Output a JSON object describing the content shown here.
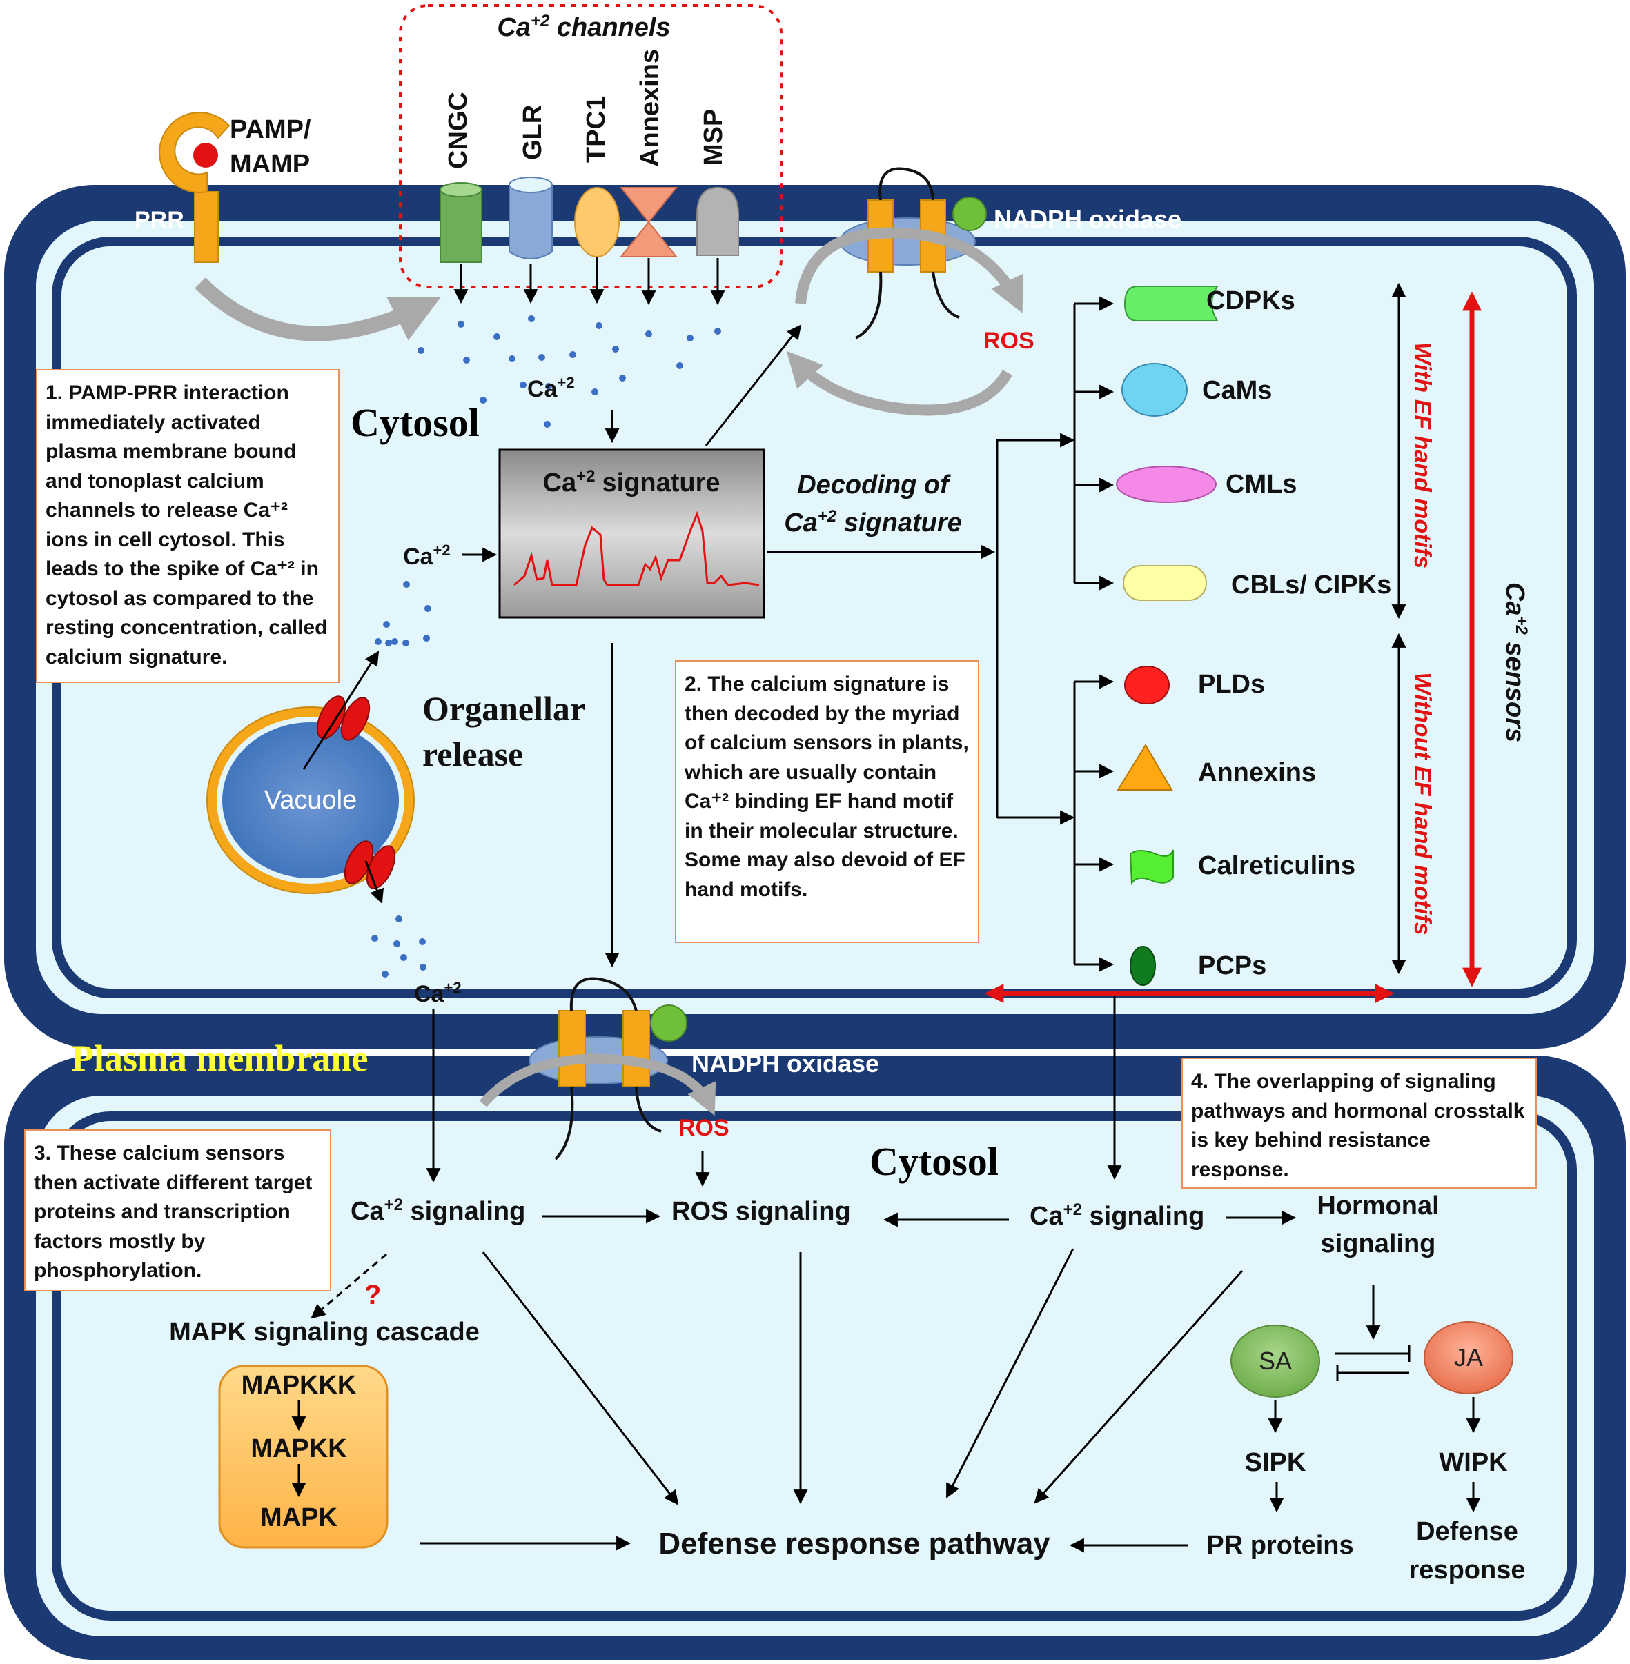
{
  "channels": {
    "title_base": "Ca",
    "title_sup": "+2",
    "title_rest": " channels",
    "items": [
      "CNGC",
      "GLR",
      "TPC1",
      "Annexins",
      "MSP"
    ]
  },
  "receptor": {
    "ligand_line1": "PAMP/",
    "ligand_line2": "MAMP",
    "receptor": "PRR"
  },
  "nadph": {
    "top_label": "NADPH oxidase",
    "bottom_label": "NADPH oxidase",
    "ros_top": "ROS",
    "ros_bottom": "ROS"
  },
  "cell": {
    "cytosol_top": "Cytosol",
    "cytosol_bottom": "Cytosol",
    "plasma_membrane": "Plasma membrane",
    "organellar_line1": "Organellar",
    "organellar_line2": "release",
    "vacuole": "Vacuole"
  },
  "ca_labels": {
    "base": "Ca",
    "sup": "+2"
  },
  "signature": {
    "label": "signature"
  },
  "decoding": {
    "line1": "Decoding of",
    "line2_rest": " signature"
  },
  "sensors": {
    "with_ef": [
      "CDPKs",
      "CaMs",
      "CMLs",
      "CBLs/ CIPKs"
    ],
    "without_ef": [
      "PLDs",
      "Annexins",
      "Calreticulins",
      "PCPs"
    ],
    "with_ef_label": "With EF hand motifs",
    "without_ef_label": "Without EF hand motifs",
    "sensors_rest": " sensors"
  },
  "notes": {
    "note1": "1. PAMP-PRR interaction immediately activated plasma membrane bound and tonoplast calcium channels to release Ca⁺² ions in cell cytosol. This leads to the spike of Ca⁺² in cytosol as compared to the resting concentration, called calcium signature.",
    "note2": "2. The calcium signature is then decoded by the myriad of calcium sensors in plants, which are usually contain Ca⁺² binding EF hand motif in their molecular structure. Some may also devoid of EF hand motifs.",
    "note3": "3. These calcium sensors then activate different target proteins and transcription factors mostly by phosphorylation.",
    "note4": "4. The overlapping of signaling pathways and hormonal crosstalk is key behind resistance response."
  },
  "lower": {
    "signaling": " signaling",
    "ros_signaling": "ROS signaling",
    "hormonal_line1": "Hormonal",
    "hormonal_line2": "signaling",
    "question": "?",
    "mapk_title": "MAPK signaling cascade",
    "mapk_steps": [
      "MAPKKK",
      "MAPKK",
      "MAPK"
    ],
    "defense_pathway": "Defense response pathway",
    "sa": "SA",
    "ja": "JA",
    "sipk": "SIPK",
    "wipk": "WIPK",
    "pr_proteins": "PR proteins",
    "defense_line1": "Defense",
    "defense_line2": "response"
  }
}
